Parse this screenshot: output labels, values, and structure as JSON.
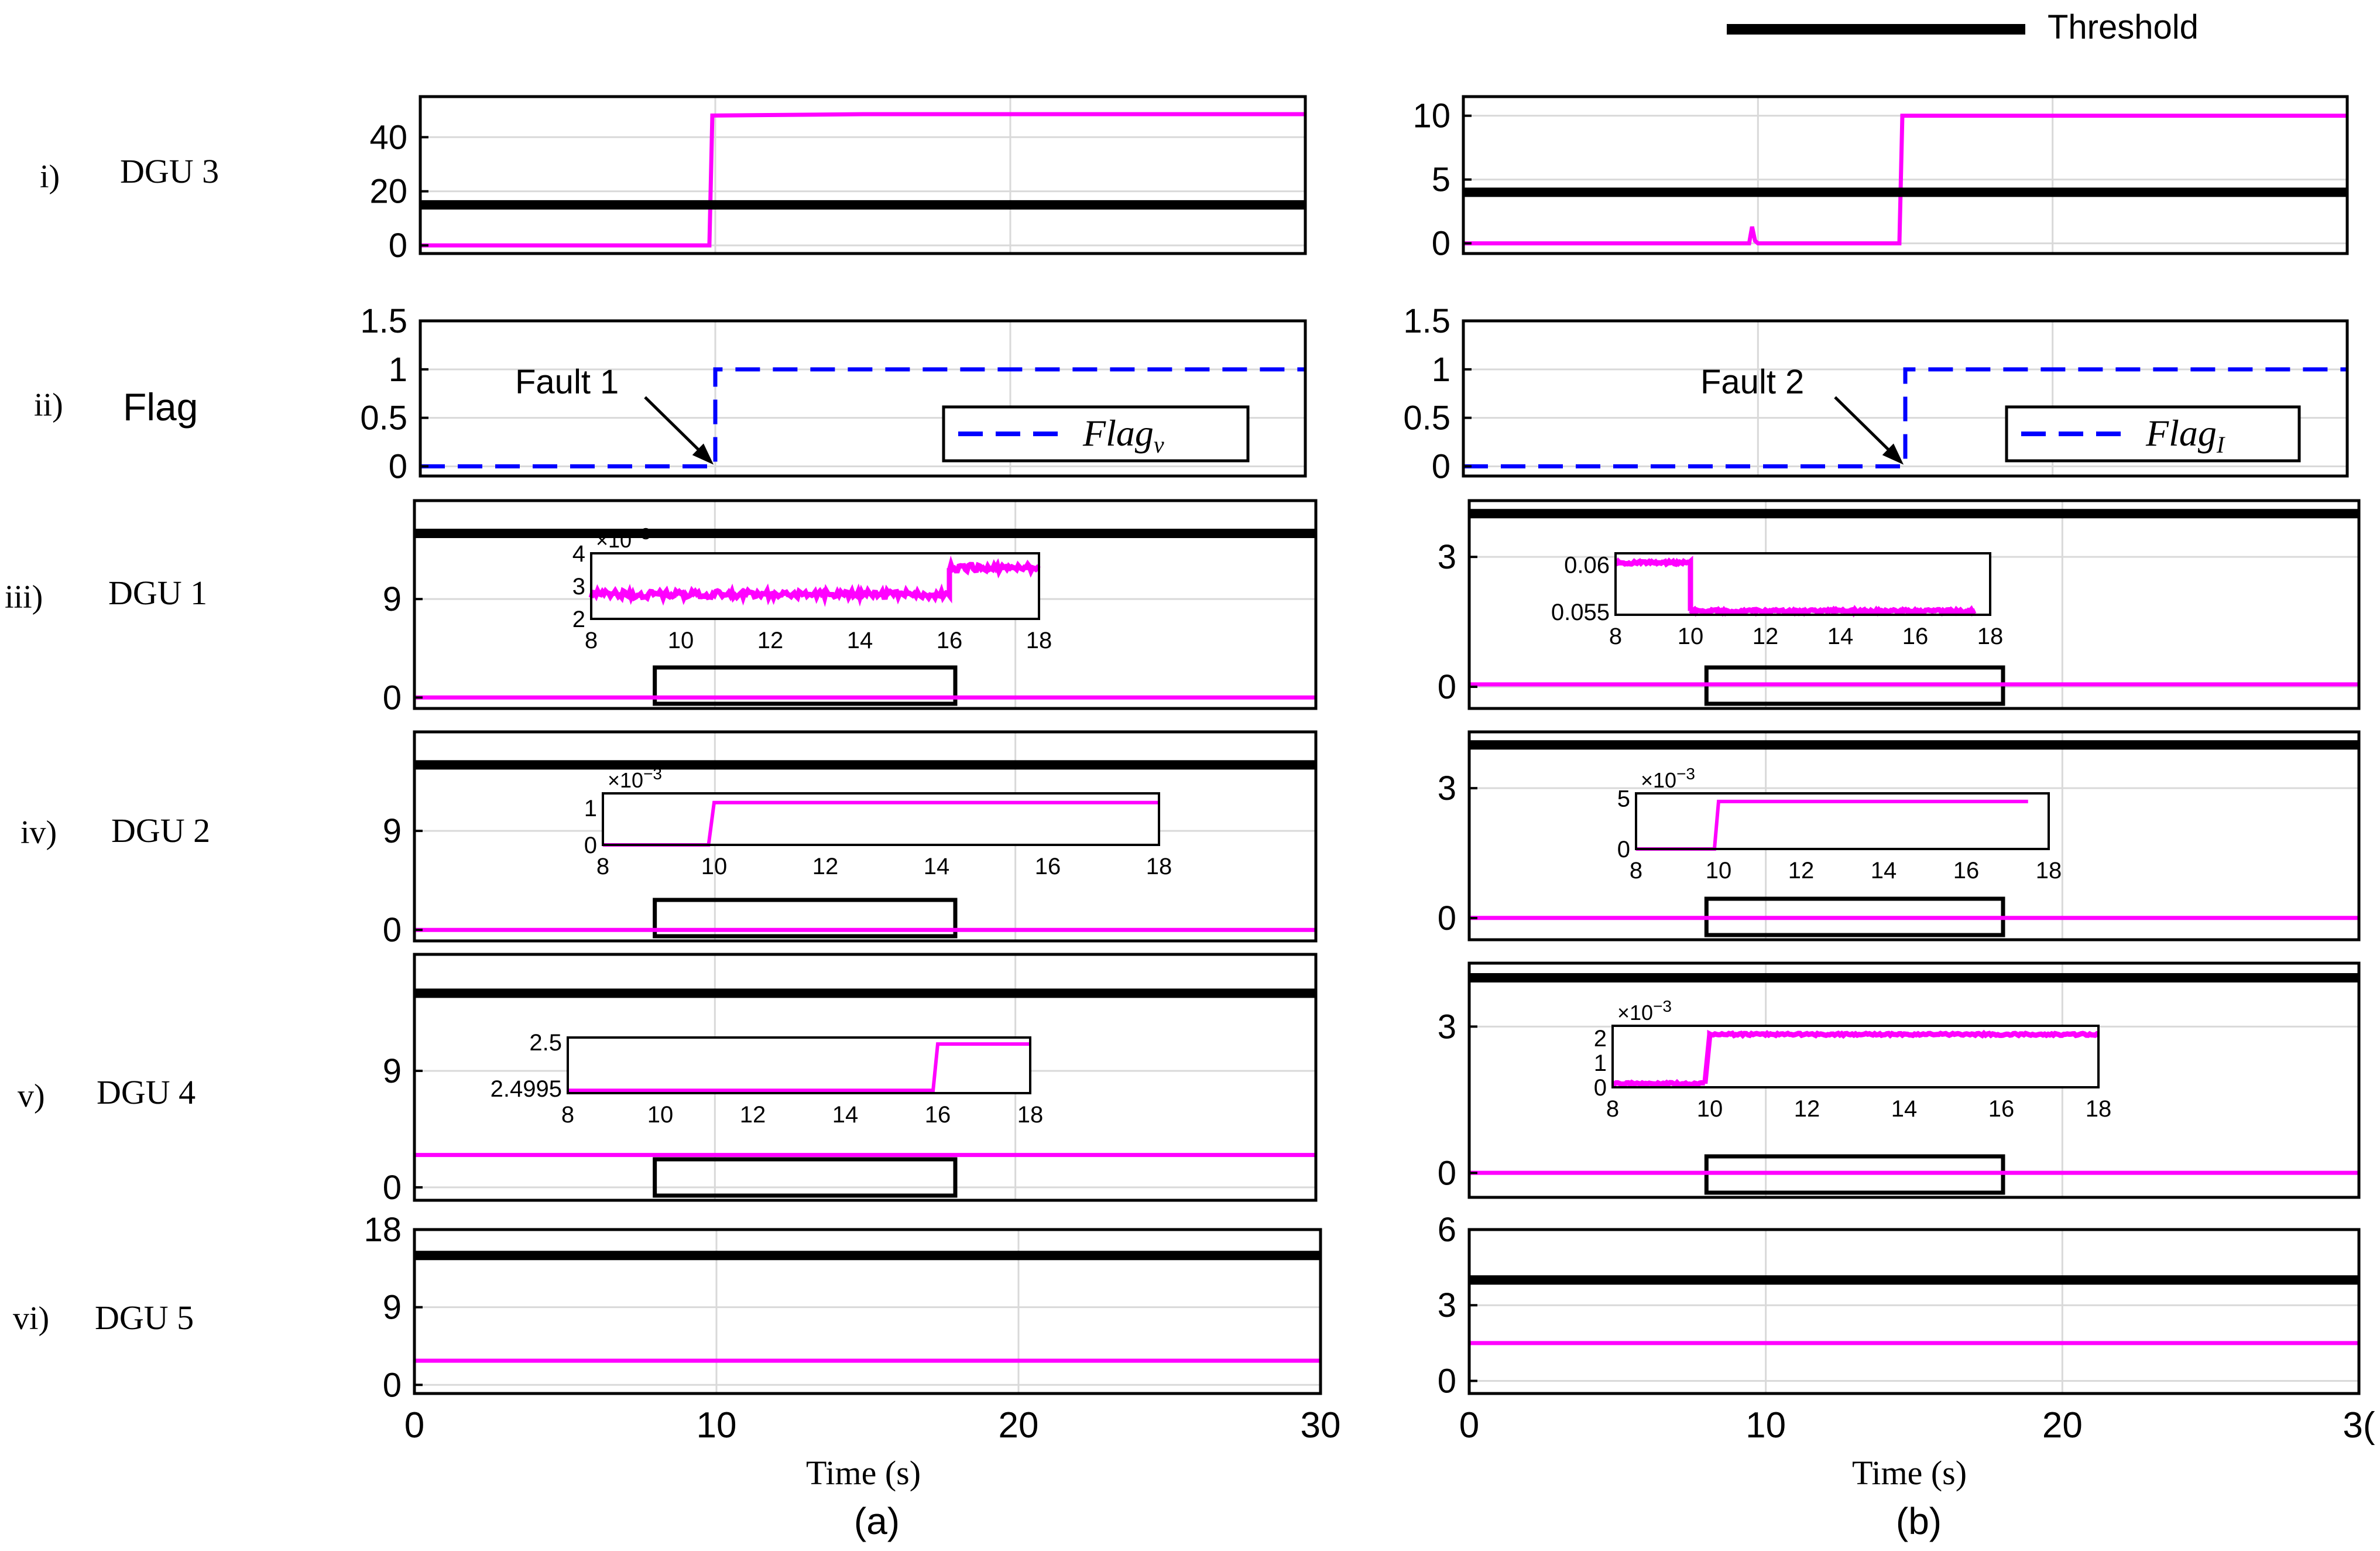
{
  "legend": {
    "label": "Threshold",
    "color": "#000000"
  },
  "colors": {
    "signal": "#ff00ff",
    "threshold": "#000000",
    "flag": "#0000ff",
    "grid": "#d9d9d9"
  },
  "rows": [
    {
      "numeral": "i)",
      "name": "DGU 3"
    },
    {
      "numeral": "ii)",
      "name": "Flag"
    },
    {
      "numeral": "iii)",
      "name": "DGU 1"
    },
    {
      "numeral": "iv)",
      "name": "DGU 2"
    },
    {
      "numeral": "v)",
      "name": "DGU 4"
    },
    {
      "numeral": "vi)",
      "name": "DGU 5"
    }
  ],
  "columns": [
    {
      "caption": "(a)",
      "xlabel": "Time (s)",
      "xticks": [
        "0",
        "10",
        "20",
        "30"
      ]
    },
    {
      "caption": "(b)",
      "xlabel": "Time (s)",
      "xticks": [
        "0",
        "10",
        "20",
        "3("
      ]
    }
  ],
  "chart_data": [
    {
      "panel": "a-i",
      "type": "line",
      "title": "",
      "xlabel": "",
      "ylabel": "",
      "xlim": [
        0,
        30
      ],
      "ylim": [
        -3,
        55
      ],
      "yticks": [
        "0",
        "20",
        "40"
      ],
      "ytick_values": [
        0,
        20,
        40
      ],
      "grid": true,
      "series": [
        {
          "role": "signal",
          "x": [
            0,
            9.8,
            9.9,
            15,
            30
          ],
          "y": [
            0,
            0,
            48,
            48.5,
            48.5
          ]
        },
        {
          "role": "threshold",
          "x": [
            0,
            30
          ],
          "y": [
            15,
            15
          ]
        }
      ]
    },
    {
      "panel": "b-i",
      "type": "line",
      "title": "",
      "xlabel": "",
      "ylabel": "",
      "xlim": [
        0,
        30
      ],
      "ylim": [
        -0.8,
        11.5
      ],
      "yticks": [
        "0",
        "5",
        "10"
      ],
      "ytick_values": [
        0,
        5,
        10
      ],
      "grid": true,
      "series": [
        {
          "role": "signal",
          "x": [
            0,
            9.7,
            9.8,
            9.9,
            10,
            14.8,
            14.9,
            30
          ],
          "y": [
            0,
            0,
            1.3,
            0.2,
            0,
            0,
            10,
            10
          ]
        },
        {
          "role": "threshold",
          "x": [
            0,
            30
          ],
          "y": [
            4,
            4
          ]
        }
      ]
    },
    {
      "panel": "a-ii",
      "type": "line",
      "title": "",
      "xlabel": "",
      "ylabel": "",
      "xlim": [
        0,
        30
      ],
      "ylim": [
        -0.1,
        1.5
      ],
      "yticks": [
        "0",
        "0.5",
        "1",
        "1.5"
      ],
      "ytick_values": [
        0,
        0.5,
        1,
        1.5
      ],
      "grid": true,
      "legend": "Flag",
      "legend_sub": "v",
      "annotation": "Fault 1",
      "annotation_x": 10,
      "series": [
        {
          "role": "flag",
          "x": [
            0,
            10,
            10,
            30
          ],
          "y": [
            0,
            0,
            1,
            1
          ]
        }
      ]
    },
    {
      "panel": "b-ii",
      "type": "line",
      "title": "",
      "xlabel": "",
      "ylabel": "",
      "xlim": [
        0,
        30
      ],
      "ylim": [
        -0.1,
        1.5
      ],
      "yticks": [
        "0",
        "0.5",
        "1",
        "1.5"
      ],
      "ytick_values": [
        0,
        0.5,
        1,
        1.5
      ],
      "grid": true,
      "legend": "Flag",
      "legend_sub": "I",
      "annotation": "Fault 2",
      "annotation_x": 15,
      "series": [
        {
          "role": "flag",
          "x": [
            0,
            15,
            15,
            30
          ],
          "y": [
            0,
            0,
            1,
            1
          ]
        }
      ]
    },
    {
      "panel": "a-iii",
      "type": "line",
      "title": "",
      "xlabel": "",
      "ylabel": "",
      "xlim": [
        0,
        30
      ],
      "ylim": [
        -1,
        18
      ],
      "yticks": [
        "0",
        "9"
      ],
      "ytick_values": [
        0,
        9
      ],
      "grid": true,
      "zoom_box": [
        8,
        18
      ],
      "series": [
        {
          "role": "signal",
          "x": [
            0,
            30
          ],
          "y": [
            0.003,
            0.003
          ]
        },
        {
          "role": "threshold",
          "x": [
            0,
            30
          ],
          "y": [
            15,
            15
          ]
        }
      ],
      "inset": {
        "exponent": "×10",
        "exponent_power": "−3",
        "xlim": [
          8,
          18
        ],
        "ylim": [
          2,
          4
        ],
        "xticks": [
          "8",
          "10",
          "12",
          "14",
          "16",
          "18"
        ],
        "yticks": [
          "2",
          "3",
          "4"
        ],
        "ytick_values": [
          2,
          3,
          4
        ],
        "noise": 0.22,
        "x": [
          8,
          16,
          16,
          18
        ],
        "y": [
          2.75,
          2.75,
          3.55,
          3.55
        ]
      }
    },
    {
      "panel": "b-iii",
      "type": "line",
      "title": "",
      "xlabel": "",
      "ylabel": "",
      "xlim": [
        0,
        30
      ],
      "ylim": [
        -0.5,
        4.3
      ],
      "yticks": [
        "0",
        "3"
      ],
      "ytick_values": [
        0,
        3
      ],
      "grid": true,
      "zoom_box": [
        8,
        18
      ],
      "series": [
        {
          "role": "signal",
          "x": [
            0,
            30
          ],
          "y": [
            0.056,
            0.056
          ]
        },
        {
          "role": "threshold",
          "x": [
            0,
            30
          ],
          "y": [
            4,
            4
          ]
        }
      ],
      "inset": {
        "exponent": "",
        "exponent_power": "",
        "xlim": [
          8,
          18
        ],
        "ylim": [
          0.0547,
          0.0612
        ],
        "xticks": [
          "8",
          "10",
          "12",
          "14",
          "16",
          "18"
        ],
        "yticks": [
          "0.055",
          "0.06"
        ],
        "ytick_values": [
          0.055,
          0.06
        ],
        "noise": 0.0003,
        "x": [
          8,
          10,
          10,
          17.6
        ],
        "y": [
          0.0602,
          0.0602,
          0.0551,
          0.0551
        ]
      }
    },
    {
      "panel": "a-iv",
      "type": "line",
      "title": "",
      "xlabel": "",
      "ylabel": "",
      "xlim": [
        0,
        30
      ],
      "ylim": [
        -1,
        18
      ],
      "yticks": [
        "0",
        "9"
      ],
      "ytick_values": [
        0,
        9
      ],
      "grid": true,
      "zoom_box": [
        8,
        18
      ],
      "series": [
        {
          "role": "signal",
          "x": [
            0,
            30
          ],
          "y": [
            0.001,
            0.001
          ]
        },
        {
          "role": "threshold",
          "x": [
            0,
            30
          ],
          "y": [
            15,
            15
          ]
        }
      ],
      "inset": {
        "exponent": "×10",
        "exponent_power": "−3",
        "xlim": [
          8,
          18
        ],
        "ylim": [
          0,
          1.4
        ],
        "xticks": [
          "8",
          "10",
          "12",
          "14",
          "16",
          "18"
        ],
        "yticks": [
          "0",
          "1"
        ],
        "ytick_values": [
          0,
          1
        ],
        "noise": 0,
        "x": [
          8,
          9.9,
          10,
          18
        ],
        "y": [
          0,
          0,
          1.15,
          1.15
        ]
      }
    },
    {
      "panel": "b-iv",
      "type": "line",
      "title": "",
      "xlabel": "",
      "ylabel": "",
      "xlim": [
        0,
        30
      ],
      "ylim": [
        -0.5,
        4.3
      ],
      "yticks": [
        "0",
        "3"
      ],
      "ytick_values": [
        0,
        3
      ],
      "grid": true,
      "zoom_box": [
        8,
        18
      ],
      "series": [
        {
          "role": "signal",
          "x": [
            0,
            30
          ],
          "y": [
            0.003,
            0.003
          ]
        },
        {
          "role": "threshold",
          "x": [
            0,
            30
          ],
          "y": [
            4,
            4
          ]
        }
      ],
      "inset": {
        "exponent": "×10",
        "exponent_power": "−3",
        "xlim": [
          8,
          18
        ],
        "ylim": [
          0,
          5.5
        ],
        "xticks": [
          "8",
          "10",
          "12",
          "14",
          "16",
          "18"
        ],
        "yticks": [
          "0",
          "5"
        ],
        "ytick_values": [
          0,
          5
        ],
        "noise": 0,
        "x": [
          8,
          9.9,
          10,
          17.5
        ],
        "y": [
          0,
          0,
          4.7,
          4.7
        ]
      }
    },
    {
      "panel": "a-v",
      "type": "line",
      "title": "",
      "xlabel": "",
      "ylabel": "",
      "xlim": [
        0,
        30
      ],
      "ylim": [
        -1,
        18
      ],
      "yticks": [
        "0",
        "9"
      ],
      "ytick_values": [
        0,
        9
      ],
      "grid": true,
      "zoom_box": [
        8,
        18
      ],
      "series": [
        {
          "role": "signal",
          "x": [
            0,
            30
          ],
          "y": [
            2.5,
            2.5
          ]
        },
        {
          "role": "threshold",
          "x": [
            0,
            30
          ],
          "y": [
            15,
            15
          ]
        }
      ],
      "inset": {
        "exponent": "",
        "exponent_power": "",
        "xlim": [
          8,
          18
        ],
        "ylim": [
          2.49945,
          2.50005
        ],
        "xticks": [
          "8",
          "10",
          "12",
          "14",
          "16",
          "18"
        ],
        "yticks": [
          "2.4995",
          "2.5"
        ],
        "ytick_values": [
          2.4995,
          2.5
        ],
        "noise": 0,
        "x": [
          8,
          15.9,
          16,
          18
        ],
        "y": [
          2.49948,
          2.49948,
          2.49998,
          2.49998
        ]
      }
    },
    {
      "panel": "b-v",
      "type": "line",
      "title": "",
      "xlabel": "",
      "ylabel": "",
      "xlim": [
        0,
        30
      ],
      "ylim": [
        -0.5,
        4.3
      ],
      "yticks": [
        "0",
        "3"
      ],
      "ytick_values": [
        0,
        3
      ],
      "grid": true,
      "zoom_box": [
        8,
        18
      ],
      "series": [
        {
          "role": "signal",
          "x": [
            0,
            30
          ],
          "y": [
            0.002,
            0.002
          ]
        },
        {
          "role": "threshold",
          "x": [
            0,
            30
          ],
          "y": [
            4,
            4
          ]
        }
      ],
      "inset": {
        "exponent": "×10",
        "exponent_power": "−3",
        "xlim": [
          8,
          18
        ],
        "ylim": [
          0,
          2.5
        ],
        "xticks": [
          "8",
          "10",
          "12",
          "14",
          "16",
          "18"
        ],
        "yticks": [
          "0",
          "1",
          "2"
        ],
        "ytick_values": [
          0,
          1,
          2
        ],
        "noise": 0.08,
        "x": [
          8,
          9.9,
          10,
          18
        ],
        "y": [
          0.15,
          0.15,
          2.15,
          2.15
        ]
      }
    },
    {
      "panel": "a-vi",
      "type": "line",
      "title": "",
      "xlabel": "",
      "ylabel": "",
      "xlim": [
        0,
        30
      ],
      "ylim": [
        -1,
        18
      ],
      "yticks": [
        "0",
        "9",
        "18"
      ],
      "ytick_values": [
        0,
        9,
        18
      ],
      "grid": true,
      "series": [
        {
          "role": "signal",
          "x": [
            0,
            30
          ],
          "y": [
            2.8,
            2.8
          ]
        },
        {
          "role": "threshold",
          "x": [
            0,
            30
          ],
          "y": [
            15,
            15
          ]
        }
      ]
    },
    {
      "panel": "b-vi",
      "type": "line",
      "title": "",
      "xlabel": "",
      "ylabel": "",
      "xlim": [
        0,
        30
      ],
      "ylim": [
        -0.5,
        6
      ],
      "yticks": [
        "0",
        "3",
        "6"
      ],
      "ytick_values": [
        0,
        3,
        6
      ],
      "grid": true,
      "series": [
        {
          "role": "signal",
          "x": [
            0,
            30
          ],
          "y": [
            1.5,
            1.5
          ]
        },
        {
          "role": "threshold",
          "x": [
            0,
            30
          ],
          "y": [
            4,
            4
          ]
        }
      ]
    }
  ]
}
